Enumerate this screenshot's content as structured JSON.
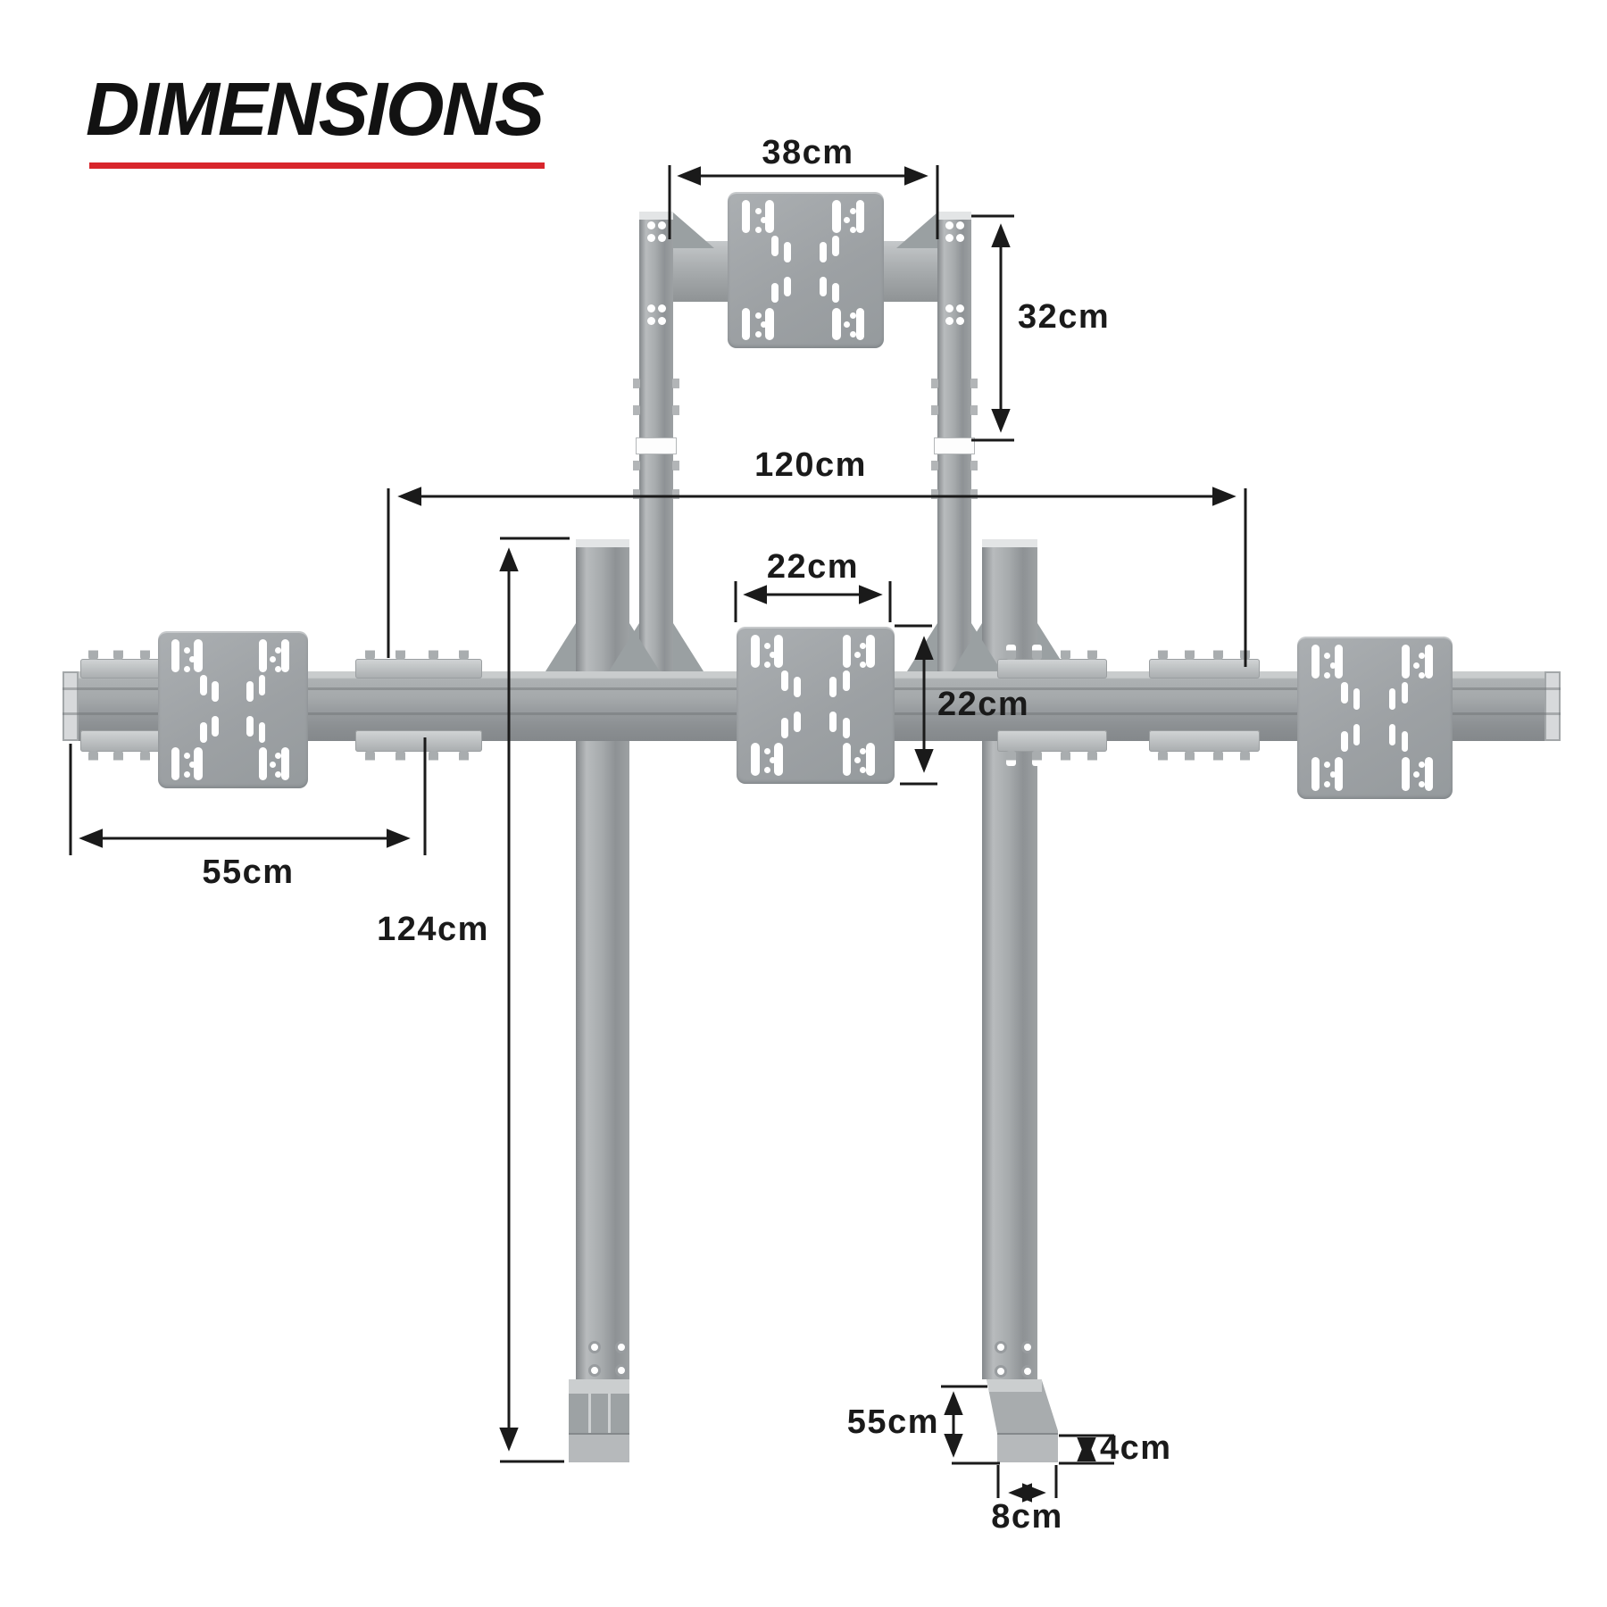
{
  "title": {
    "text": "DIMENSIONS"
  },
  "colors": {
    "accent_red": "#d8262c",
    "ink": "#1a1a1a",
    "metal_gray": "#a7abad",
    "background": "#ffffff"
  },
  "dimensions": {
    "top_plate_width": "38cm",
    "top_post_height": "32cm",
    "beam_mount_span": "120cm",
    "center_plate_width": "22cm",
    "center_plate_height": "22cm",
    "side_plate_span": "55cm",
    "leg_height": "124cm",
    "foot_length": "55cm",
    "foot_height": "4cm",
    "foot_width": "8cm"
  }
}
